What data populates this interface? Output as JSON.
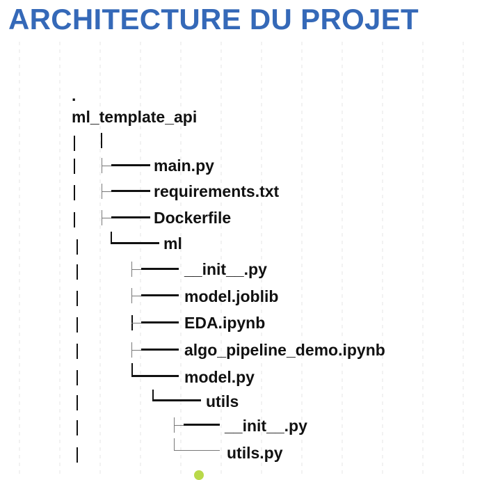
{
  "title": "ARCHITECTURE DU PROJET",
  "tree": {
    "root_dot": ".",
    "root": "ml_template_api",
    "files": {
      "main": "main.py",
      "requirements": "requirements.txt",
      "dockerfile": "Dockerfile",
      "ml_folder": "ml",
      "ml_init": "__init__.py",
      "model_joblib": "model.joblib",
      "eda": "EDA.ipynb",
      "algo_pipeline": "algo_pipeline_demo.ipynb",
      "model_py": "model.py",
      "utils_folder": "utils",
      "utils_init": "__init__.py",
      "utils_py": "utils.py"
    }
  },
  "colors": {
    "title": "#3569b8",
    "text": "#111111",
    "grid": "#e2e2e2",
    "accent_dot": "#b9d94a"
  }
}
